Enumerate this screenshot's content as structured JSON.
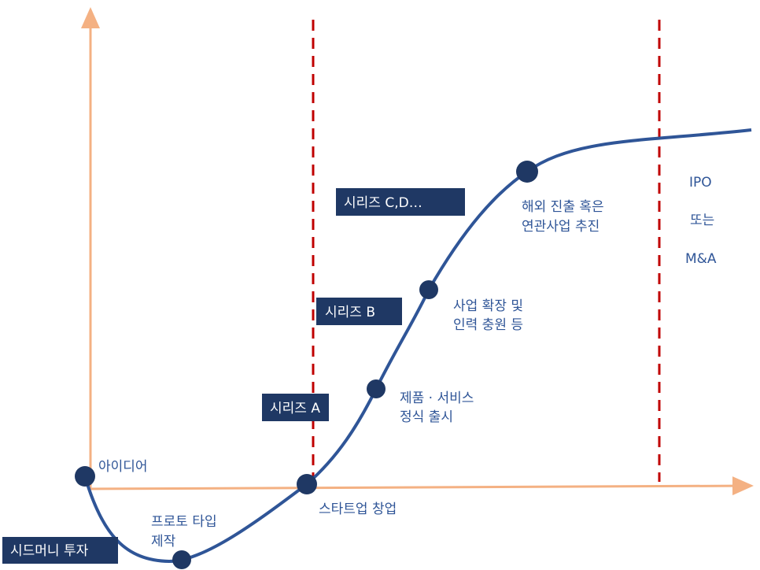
{
  "colors": {
    "axis": "#f4b183",
    "curve": "#2f5597",
    "point": "#1f3864",
    "divider": "#c00000",
    "box": "#1f3864",
    "label": "#2f5597"
  },
  "stages": {
    "idea": "아이디어",
    "prototype": [
      "프로토 타입",
      "제작"
    ],
    "startup": "스타트업 창업",
    "launch": [
      "제품 · 서비스",
      "정식 출시"
    ],
    "expansion": [
      "사업 확장 및",
      "인력 충원 등"
    ],
    "overseas": [
      "해외 진출 혹은",
      "연관사업 추진"
    ],
    "exit": [
      "IPO",
      "또는",
      "M&A"
    ]
  },
  "funding": {
    "seed": "시드머니 투자",
    "series_a": "시리즈 A",
    "series_b": "시리즈 B",
    "series_cd": "시리즈 C,D…"
  }
}
